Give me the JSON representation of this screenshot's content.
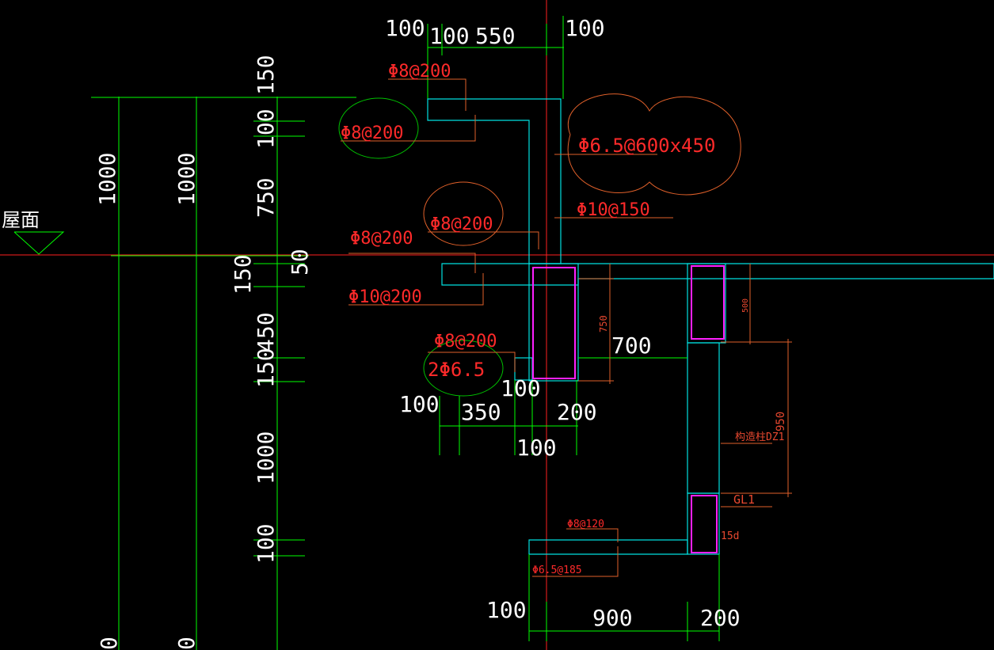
{
  "colors": {
    "background": "#000000",
    "dimension_line": "#00ff00",
    "concrete_outline": "#00e0e0",
    "reference_line": "#ff2020",
    "rebar_label": "#ff2a2a",
    "leader_line": "#e0602a",
    "stirrup": "#ff20ff",
    "dimension_text": "#ffffff"
  },
  "level_label": "屋面",
  "vertical_dims": {
    "col1": [
      "1000"
    ],
    "col2": [
      "1000",
      "0"
    ],
    "col3": [
      "150",
      "100",
      "750",
      "50",
      "150",
      "450",
      "150",
      "1000",
      "100"
    ]
  },
  "bottom_left_dim": "0",
  "top_dims": [
    "100",
    "100",
    "550",
    "100"
  ],
  "rebar_labels": {
    "top_slab_1": "Φ8@200",
    "top_slab_2": "Φ8@200",
    "wall_clouded": "Φ6.5@600x450",
    "wall": "Φ10@150",
    "wall_clouded_2": "Φ8@200",
    "roof_slab": "Φ8@200",
    "roof_slab_2": "Φ10@200",
    "beam": "Φ8@200",
    "beam_clouded": "2Φ6.5",
    "bottom_slab": "Φ8@120",
    "bottom_slab_2": "Φ6.5@185"
  },
  "mid_dims": [
    "100",
    "100",
    "350",
    "200",
    "100",
    "700"
  ],
  "small_dims": [
    "750",
    "500",
    "950"
  ],
  "component_labels": {
    "column": "构造柱DZ1",
    "lintel": "GL1",
    "anchor": "15d"
  },
  "bottom_dims": [
    "100",
    "900",
    "200"
  ]
}
